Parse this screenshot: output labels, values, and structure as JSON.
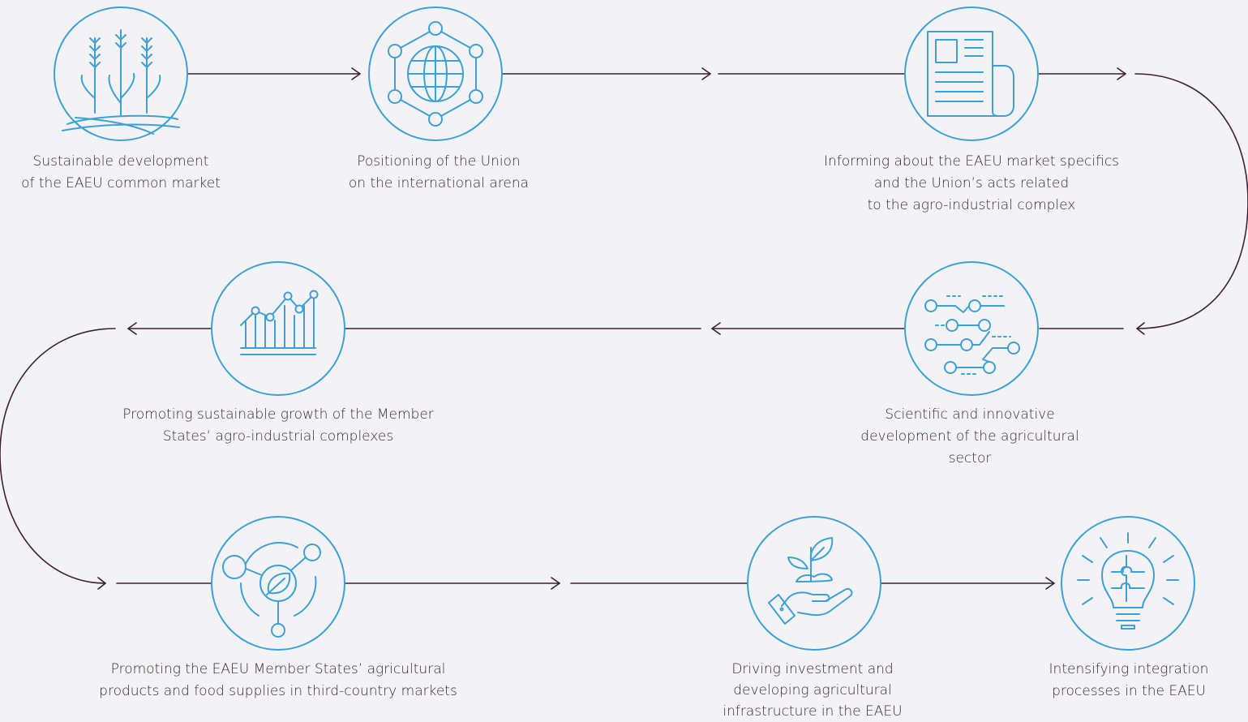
{
  "colors": {
    "icon": "#3ea1d6",
    "connector": "#3c1f33",
    "text": "#3c2a37",
    "background": "#f3f2f4"
  },
  "steps": [
    {
      "id": "s1",
      "icon": "wheat-field-icon",
      "label": [
        "Sustainable development",
        "of the EAEU common market"
      ]
    },
    {
      "id": "s2",
      "icon": "globe-network-icon",
      "label": [
        "Positioning of the Union",
        "on the international arena"
      ]
    },
    {
      "id": "s3",
      "icon": "document-icon",
      "label": [
        "Informing about the EAEU market specifics",
        "and the Union’s acts related",
        "to the agro-industrial complex"
      ]
    },
    {
      "id": "s4",
      "icon": "circuit-icon",
      "label": [
        "Scientific and innovative",
        "development of the agricultural",
        "sector"
      ]
    },
    {
      "id": "s5",
      "icon": "growth-chart-icon",
      "label": [
        "Promoting sustainable growth of the Member",
        "States’ agro-industrial complexes"
      ]
    },
    {
      "id": "s6",
      "icon": "leaf-network-icon",
      "label": [
        "Promoting the EAEU Member States’ agricultural",
        "products and food supplies in third-country markets"
      ]
    },
    {
      "id": "s7",
      "icon": "hand-plant-icon",
      "label": [
        "Driving investment and",
        "developing agricultural",
        "infrastructure in the EAEU"
      ]
    },
    {
      "id": "s8",
      "icon": "lightbulb-puzzle-icon",
      "label": [
        "Intensifying integration",
        "processes in the EAEU"
      ]
    }
  ]
}
